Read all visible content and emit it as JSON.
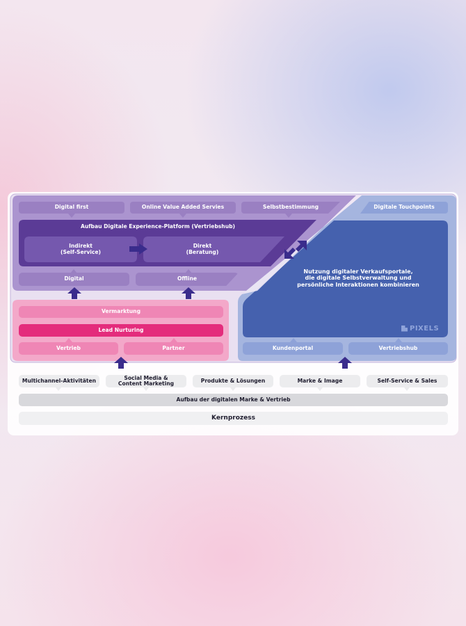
{
  "top_left": {
    "header_tabs": [
      "Digital first",
      "Online Value Added Servies",
      "Selbstbestimmung"
    ],
    "platform_title": "Aufbau Digitale Experience-Platform (Vertriebshub)",
    "indirekt": "Indirekt\n(Self-Service)",
    "direkt": "Direkt\n(Beratung)",
    "digital": "Digital",
    "offline": "Offline"
  },
  "top_right": {
    "header": "Digitale Touchpoints",
    "description": "Nutzung digitaler Verkaufsportale,\ndie digitale Selbstverwaltung und\npersönliche Interaktionen kombinieren",
    "kundenportal": "Kundenportal",
    "vertriebshub": "Vertriebshub",
    "watermark": "PIXELS"
  },
  "pink_block": {
    "vermarktung": "Vermarktung",
    "lead_nurturing": "Lead Nurturing",
    "vertrieb": "Vertrieb",
    "partner": "Partner"
  },
  "bottom": {
    "activities": [
      "Multichannel-Aktivitäten",
      "Social Media &\nContent Marketing",
      "Produkte & Lösungen",
      "Marke & Image",
      "Self-Service & Sales"
    ],
    "aufbau": "Aufbau der digitalen Marke & Vertrieb",
    "kernprozess": "Kernprozess"
  },
  "colors": {
    "purple_region": "#a890cc",
    "purple_tab": "#9a7fc2",
    "purple_dark": "#5a3a94",
    "blue_region": "#a6b6df",
    "blue_dark": "#4260ad",
    "pink_region": "#f2a6c8",
    "pink_pill": "#ef84b4",
    "magenta": "#e42c7c",
    "arrow": "#3a2c8c"
  }
}
